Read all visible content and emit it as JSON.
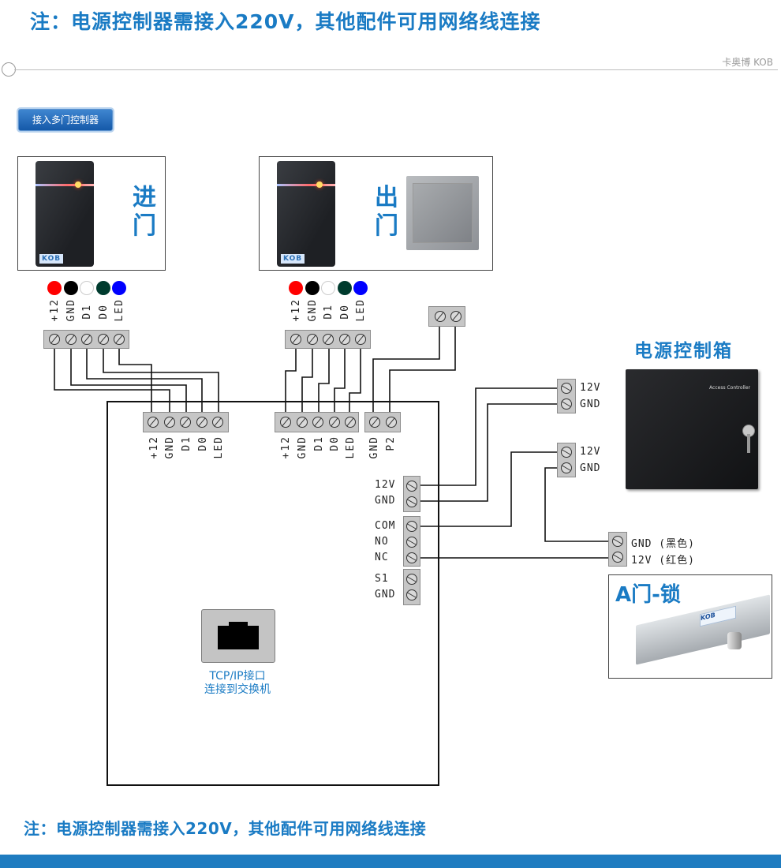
{
  "notes": {
    "top": "注：电源控制器需接入220V，其他配件可用网络线连接",
    "bottom": "注：电源控制器需接入220V，其他配件可用网络线连接"
  },
  "brand": "卡奥博 KOB",
  "toolbar": {
    "multi_door_button": "接入多门控制器"
  },
  "reader_in": {
    "title_line1": "进",
    "title_line2": "门",
    "logo": "KOB",
    "wire_colors": [
      "#ff0000",
      "#000000",
      "#ffffff",
      "#003b2e",
      "#0000ff"
    ],
    "pins": [
      "+12",
      "GND",
      "D1",
      "D0",
      "LED"
    ]
  },
  "reader_out": {
    "title_line1": "出",
    "title_line2": "门",
    "logo": "KOB",
    "wire_colors": [
      "#ff0000",
      "#000000",
      "#ffffff",
      "#003b2e",
      "#0000ff"
    ],
    "pins": [
      "+12",
      "GND",
      "D1",
      "D0",
      "LED"
    ],
    "exit_button_pins": 2
  },
  "controller": {
    "in_pins": [
      "+12",
      "GND",
      "D1",
      "D0",
      "LED"
    ],
    "out_pins": [
      "+12",
      "GND",
      "D1",
      "D0",
      "LED"
    ],
    "button_pins": [
      "GND",
      "P2"
    ],
    "power_pins": [
      "12V",
      "GND"
    ],
    "relay_pins": [
      "COM",
      "NO",
      "NC"
    ],
    "sensor_pins": [
      "S1",
      "GND"
    ],
    "tcp_line1": "TCP/IP接口",
    "tcp_line2": "连接到交换机"
  },
  "power_supply": {
    "title": "电源控制箱",
    "label": "Access Controller",
    "terminal_a": [
      "12V",
      "GND"
    ],
    "terminal_b": [
      "12V",
      "GND"
    ]
  },
  "lock": {
    "title": "A门-锁",
    "logo": "KOB",
    "pins": [
      "GND (黑色)",
      "12V (红色)"
    ]
  }
}
